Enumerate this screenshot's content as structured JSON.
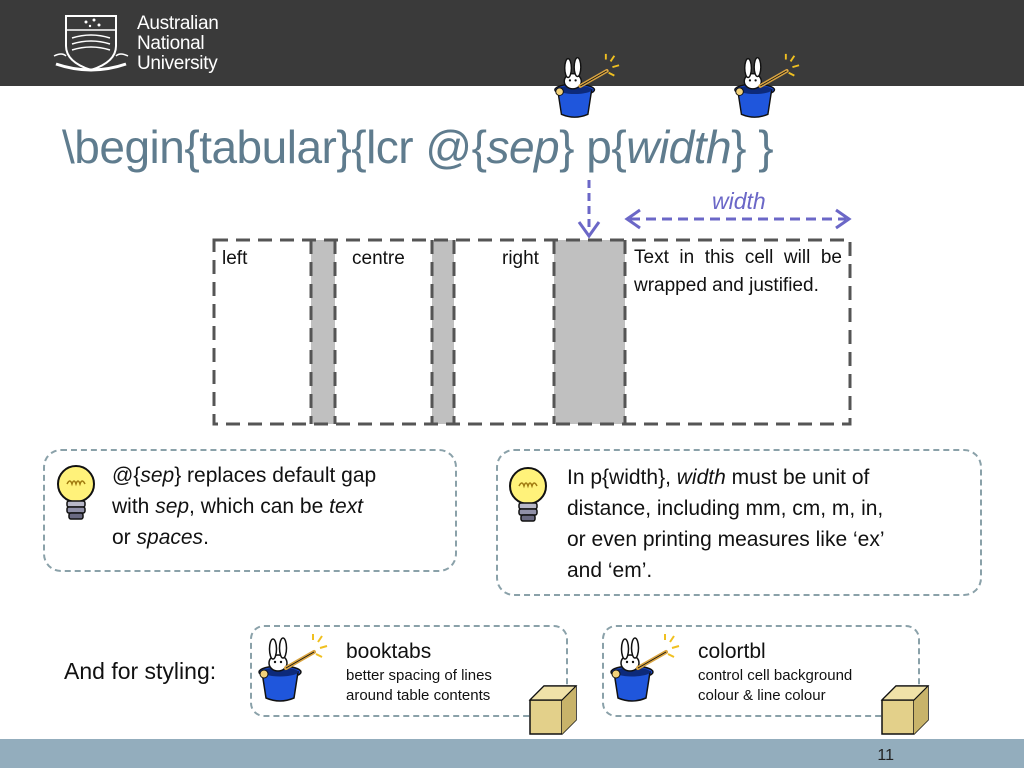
{
  "header": {
    "university_lines": [
      "Australian",
      "National",
      "University"
    ],
    "crest_icon": "anu-crest-icon"
  },
  "title": {
    "part1": "\\begin{tabular}{lcr @{",
    "sep": "sep",
    "part2": "} p{",
    "width": "width",
    "part3": "}   }"
  },
  "diagram": {
    "width_label": "width",
    "cells": {
      "left": "left",
      "centre": "centre",
      "right": "right",
      "paragraph": "Text in this cell will be wrapped and justified."
    },
    "colors": {
      "separator": "#c0c0c0",
      "arrow": "#6b67c7",
      "border": "#555555"
    }
  },
  "tips": [
    {
      "icon": "lightbulb-icon",
      "prefix": "@{",
      "sep": "sep",
      "mid1": "} replaces default gap",
      "line2a": "with ",
      "sep2": "sep",
      "line2b": ", which can be ",
      "text": "text",
      "line3a": "or ",
      "spaces": "spaces",
      "line3b": "."
    },
    {
      "icon": "lightbulb-icon",
      "line1a": "In p{width}, ",
      "width": "width",
      "line1b": " must be unit of",
      "line2": "distance, including mm, cm, m, in,",
      "line3": "or even printing measures like ‘ex’",
      "line4": "and ‘em’."
    }
  ],
  "styling": {
    "label": "And for styling:",
    "packages": [
      {
        "name": "booktabs",
        "desc_line1": "better spacing of lines",
        "desc_line2": "around table contents",
        "icon": "magic-hat-rabbit-icon",
        "badge_icon": "package-box-icon"
      },
      {
        "name": "colortbl",
        "desc_line1": "control cell background",
        "desc_line2": "colour & line colour",
        "icon": "magic-hat-rabbit-icon",
        "badge_icon": "package-box-icon"
      }
    ]
  },
  "footer": {
    "page_number": "11"
  },
  "colors": {
    "title": "#5f7c8e",
    "header_bg": "#3a3a3a",
    "footer_bg": "#93adbd",
    "accent": "#6b67c7"
  }
}
